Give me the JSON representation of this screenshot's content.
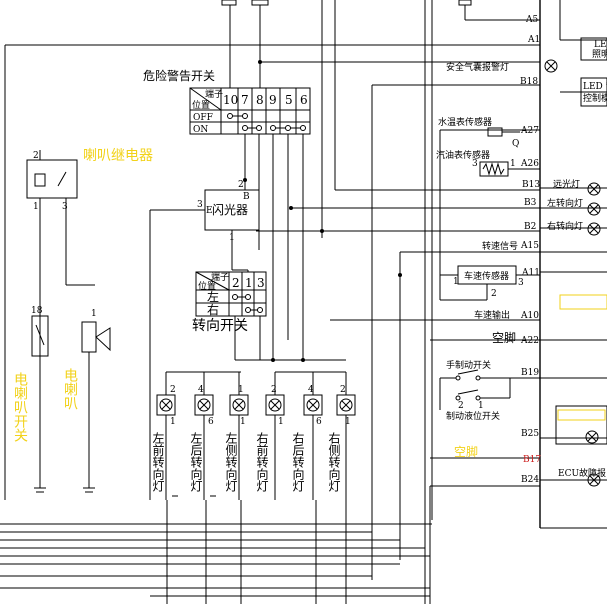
{
  "hazard_switch": {
    "title": "危险警告开关",
    "header_top": "端子",
    "header_bottom": "位置",
    "columns": [
      "10",
      "7",
      "8",
      "9",
      "5",
      "6"
    ],
    "rows": [
      "OFF",
      "ON"
    ]
  },
  "horn_relay": {
    "label": "喇叭继电器",
    "pin_top": "2",
    "pin_left": "1",
    "pin_right": "3"
  },
  "horn_switch": {
    "label": "电喇叭开关",
    "pin": "18"
  },
  "horn": {
    "label": "电喇叭",
    "pin": "1"
  },
  "flasher": {
    "label": "闪光器",
    "pin_b": "B",
    "pin_e": "E",
    "pin2": "2",
    "pin3": "3",
    "pin1": "1"
  },
  "turn_switch": {
    "title": "转向开关",
    "header_top": "端子",
    "header_bottom": "位置",
    "columns": [
      "2",
      "1",
      "3"
    ],
    "rows": [
      "左",
      "右"
    ]
  },
  "lamps": [
    {
      "label": "左前转向灯",
      "pin_top": "2",
      "pin_bottom": "1"
    },
    {
      "label": "左后转向灯",
      "pin_top": "4",
      "pin_bottom": "6"
    },
    {
      "label": "左侧转向灯",
      "pin_top": "1",
      "pin_bottom": "1"
    },
    {
      "label": "右前转向灯",
      "pin_top": "2",
      "pin_bottom": "1"
    },
    {
      "label": "右后转向灯",
      "pin_top": "4",
      "pin_bottom": "6"
    },
    {
      "label": "右侧转向灯",
      "pin_top": "2",
      "pin_bottom": "1"
    }
  ],
  "ecu_pins": {
    "A5": "A5",
    "A1": "A1",
    "B18": "B18",
    "A27": "A27",
    "A26": "A26",
    "B13": "B13",
    "B3": "B3",
    "B2": "B2",
    "A15": "A15",
    "A11": "A11",
    "A10": "A10",
    "A22": "A22",
    "B19": "B19",
    "B25": "B25",
    "B17": "B17",
    "B24": "B24"
  },
  "right_labels": {
    "airbag": "安全气囊报警灯",
    "water_temp": "水温表传感器",
    "q": "Q",
    "fuel": "汽油表传感器",
    "fuel_pin3": "3",
    "fuel_pin1": "1",
    "high_beam": "远光灯",
    "left_turn": "左转向灯",
    "right_turn": "右转向灯",
    "speed_signal": "转速信号",
    "speed_sensor": "车速传感器",
    "speed_sensor_pin1": "1",
    "speed_sensor_pin2": "2",
    "speed_sensor_pin3": "3",
    "speed_out": "车速输出",
    "empty_foot": "空脚",
    "handbrake": "手制动开关",
    "brake_fluid": "制动液位开关",
    "brake_pin2": "2",
    "brake_pin1": "1",
    "reserved": "空脚",
    "ecu_fault": "ECU故障报",
    "led_top": "LED",
    "led_top2": "照明",
    "led_bottom": "LED 背",
    "led_bottom2": "控制模"
  }
}
